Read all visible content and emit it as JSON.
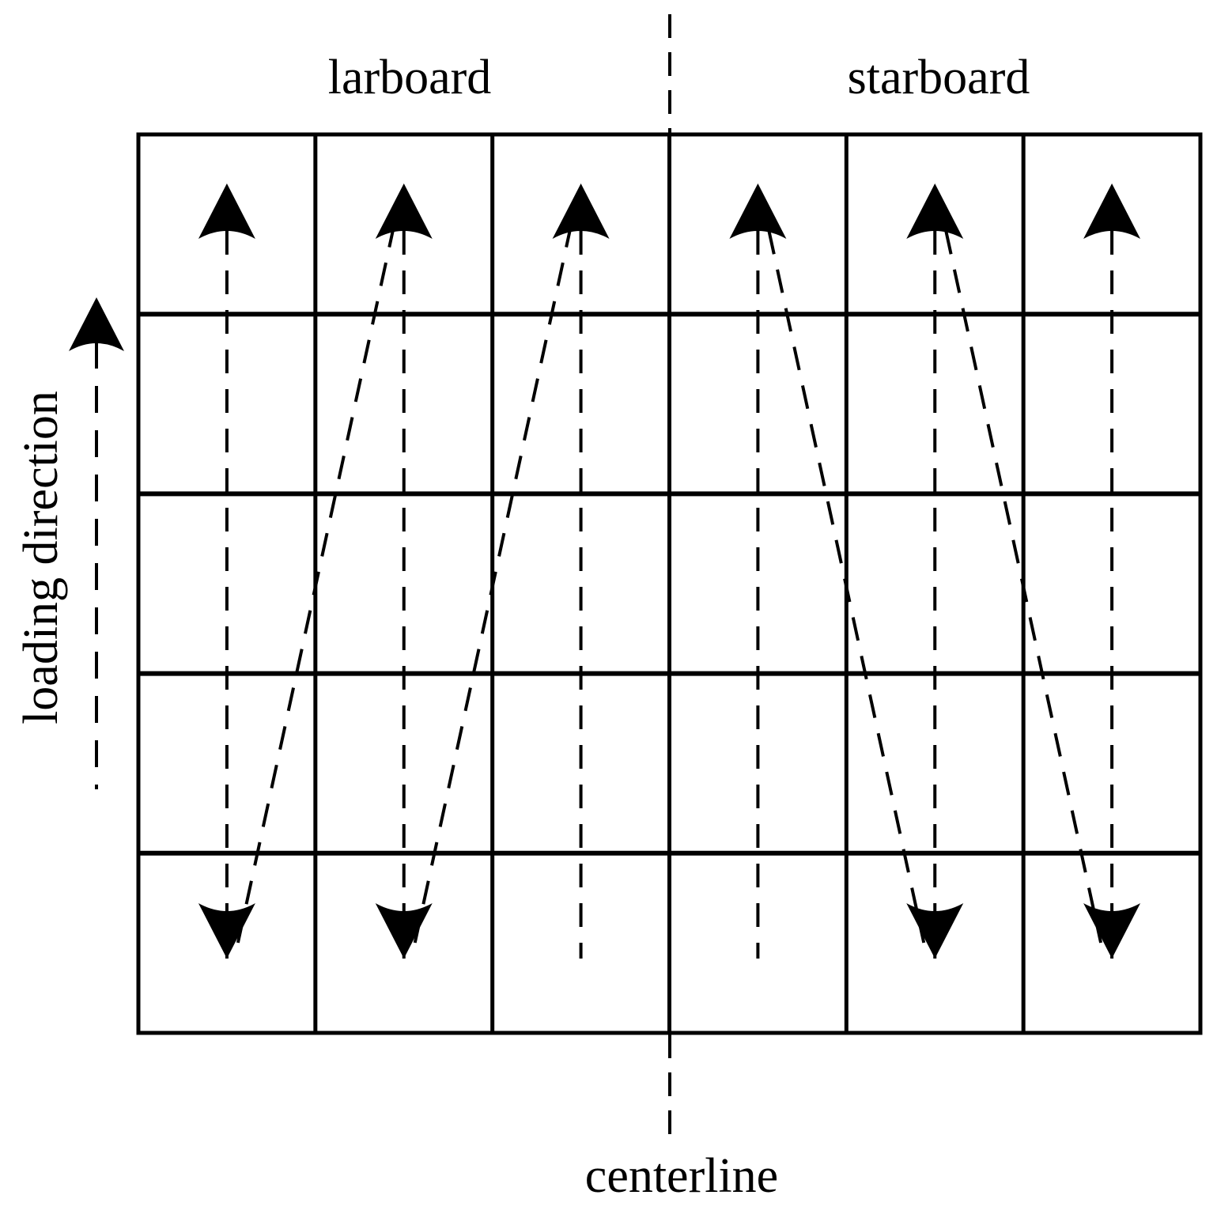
{
  "labels": {
    "larboard": "larboard",
    "starboard": "starboard",
    "centerline": "centerline",
    "loading_direction": "loading direction"
  },
  "grid": {
    "columns": 6,
    "rows": 5
  },
  "colors": {
    "line": "#000000",
    "background": "#ffffff"
  },
  "icons": {
    "arrowhead": "arrowhead-icon"
  }
}
